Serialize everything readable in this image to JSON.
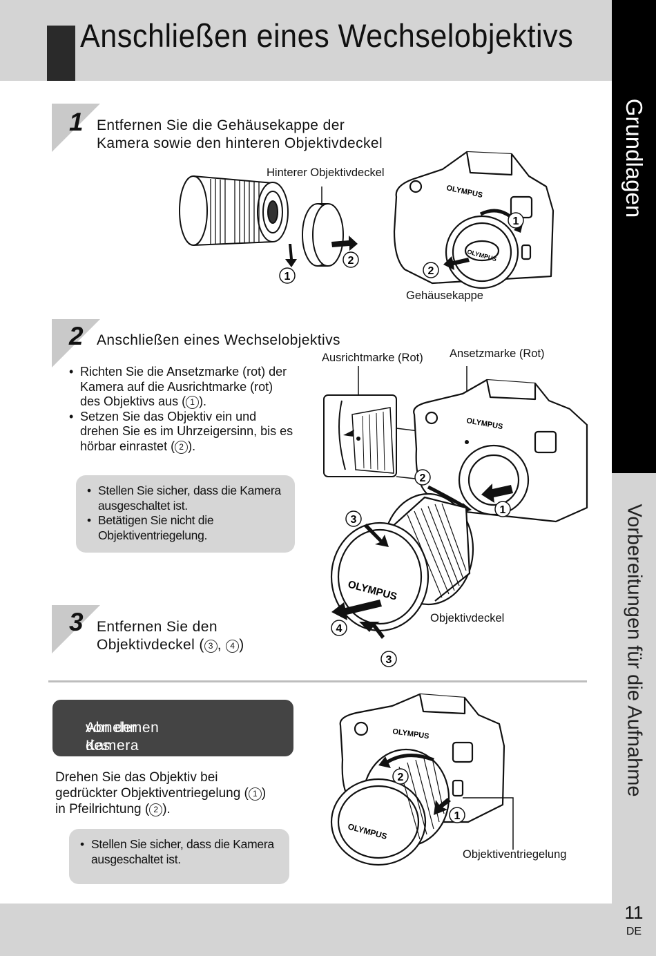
{
  "header": {
    "title": "Anschließen eines Wechselobjektivs"
  },
  "side_tabs": {
    "primary": "Grundlagen",
    "secondary": "Vorbereitungen für die Aufnahme"
  },
  "page": {
    "number": "11",
    "lang": "DE"
  },
  "step1": {
    "num": "1",
    "line1": "Entfernen Sie die Gehäusekappe der",
    "line2": "Kamera sowie den hinteren Objektivdeckel",
    "label_rear_cap": "Hinterer Objektivdeckel",
    "label_body_cap": "Gehäusekappe",
    "brand": "OLYMPUS"
  },
  "step2": {
    "num": "2",
    "title": "Anschließen eines Wechselobjektivs",
    "bullet1_l1": "Richten Sie die Ansetzmarke (rot) der",
    "bullet1_l2": "Kamera auf die Ausrichtmarke (rot)",
    "bullet1_l3": "des Objektivs aus (",
    "bullet1_ref": "1",
    "bullet1_end": ").",
    "bullet2_l1": "Setzen Sie das Objektiv ein und",
    "bullet2_l2": "drehen Sie es im Uhrzeigersinn, bis es",
    "bullet2_l3": "hörbar einrastet (",
    "bullet2_ref": "2",
    "bullet2_end": ").",
    "note1_l1": "Stellen Sie sicher, dass die Kamera",
    "note1_l2": "ausgeschaltet ist.",
    "note2_l1": "Betätigen Sie nicht die",
    "note2_l2": "Objektiventriegelung.",
    "label_align": "Ausrichtmarke (Rot)",
    "label_mount": "Ansetzmarke (Rot)",
    "label_cap": "Objektivdeckel"
  },
  "step3": {
    "num": "3",
    "line1": "Entfernen Sie den",
    "line2": "Objektivdeckel (",
    "ref_a": "3",
    "sep": ", ",
    "ref_b": "4",
    "end": ")"
  },
  "remove": {
    "head_l1": "Abnehmen des Objektivs",
    "head_l2": "von der Kamera",
    "body_l1": "Drehen Sie das Objektiv bei",
    "body_l2": "gedrückter Objektiventriegelung (",
    "body_ref1": "1",
    "body_l2_end": ")",
    "body_l3": "in Pfeilrichtung (",
    "body_ref2": "2",
    "body_l3_end": ").",
    "note_l1": "Stellen Sie sicher, dass die Kamera",
    "note_l2": "ausgeschaltet ist.",
    "label_release": "Objektiventriegelung"
  },
  "callouts": {
    "c1": "1",
    "c2": "2",
    "c3": "3",
    "c4": "4"
  }
}
